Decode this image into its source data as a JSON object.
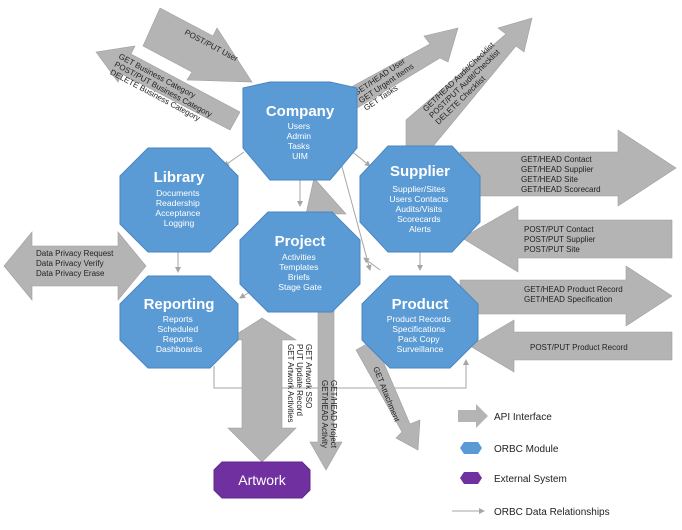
{
  "colors": {
    "module": "#5b9bd5",
    "module_stroke": "#4a86c0",
    "external": "#7030a0",
    "api_arrow": "#b4b4b4",
    "relationship": "#a6a6a6"
  },
  "modules": {
    "company": {
      "title": "Company",
      "lines": [
        "Users",
        "Admin",
        "Tasks",
        "UIM"
      ]
    },
    "library": {
      "title": "Library",
      "lines": [
        "Documents",
        "Readership",
        "Acceptance",
        "Logging"
      ]
    },
    "supplier": {
      "title": "Supplier",
      "lines": [
        "Supplier/Sites",
        "Users Contacts",
        "Audits/Visits",
        "Scorecards",
        "Alerts"
      ]
    },
    "project": {
      "title": "Project",
      "lines": [
        "Activities",
        "Templates",
        "Briefs",
        "Stage Gate"
      ]
    },
    "reporting": {
      "title": "Reporting",
      "lines": [
        "Reports",
        "Scheduled",
        "Reports",
        "Dashboards"
      ]
    },
    "product": {
      "title": "Product",
      "lines": [
        "Product Records",
        "Specifications",
        "Pack Copy",
        "Surveillance"
      ]
    }
  },
  "external": {
    "artwork": "Artwork"
  },
  "api": {
    "post_put_user": [
      "POST/PUT User"
    ],
    "business_category": [
      "GET Business Category",
      "POST/PUT Business Category",
      "DELETE Business Category"
    ],
    "get_head_user": [
      "GET/HEAD User",
      "GET Urgent Items",
      "GET Tasks"
    ],
    "audit_checklist": [
      "GET/HEAD Audit/Checklist",
      "POST/PUT Audit/Checklist",
      "DELETE Checklist"
    ],
    "supplier_get": [
      "GET/HEAD Contact",
      "GET/HEAD Supplier",
      "GET/HEAD Site",
      "GET/HEAD Scorecard"
    ],
    "supplier_post": [
      "POST/PUT Contact",
      "POST/PUT Supplier",
      "POST/PUT Site"
    ],
    "data_privacy": [
      "Data Privacy Request",
      "Data Privacy Verify",
      "Data Privacy Erase"
    ],
    "product_get": [
      "GET/HEAD Product Record",
      "GET/HEAD Specification"
    ],
    "product_post": [
      "POST/PUT Product Record"
    ],
    "artwork": [
      "GET Artwork Activities",
      "PUT Update Record",
      "GET Artwork SSO"
    ],
    "project": [
      "GET/HEAD Project",
      "GET/HEAD Activity"
    ],
    "attachment": [
      "GET Attachment"
    ]
  },
  "legend": {
    "api_interface": "API Interface",
    "orbc_module": "ORBC Module",
    "external_system": "External System",
    "data_relationships": "ORBC Data Relationships"
  }
}
